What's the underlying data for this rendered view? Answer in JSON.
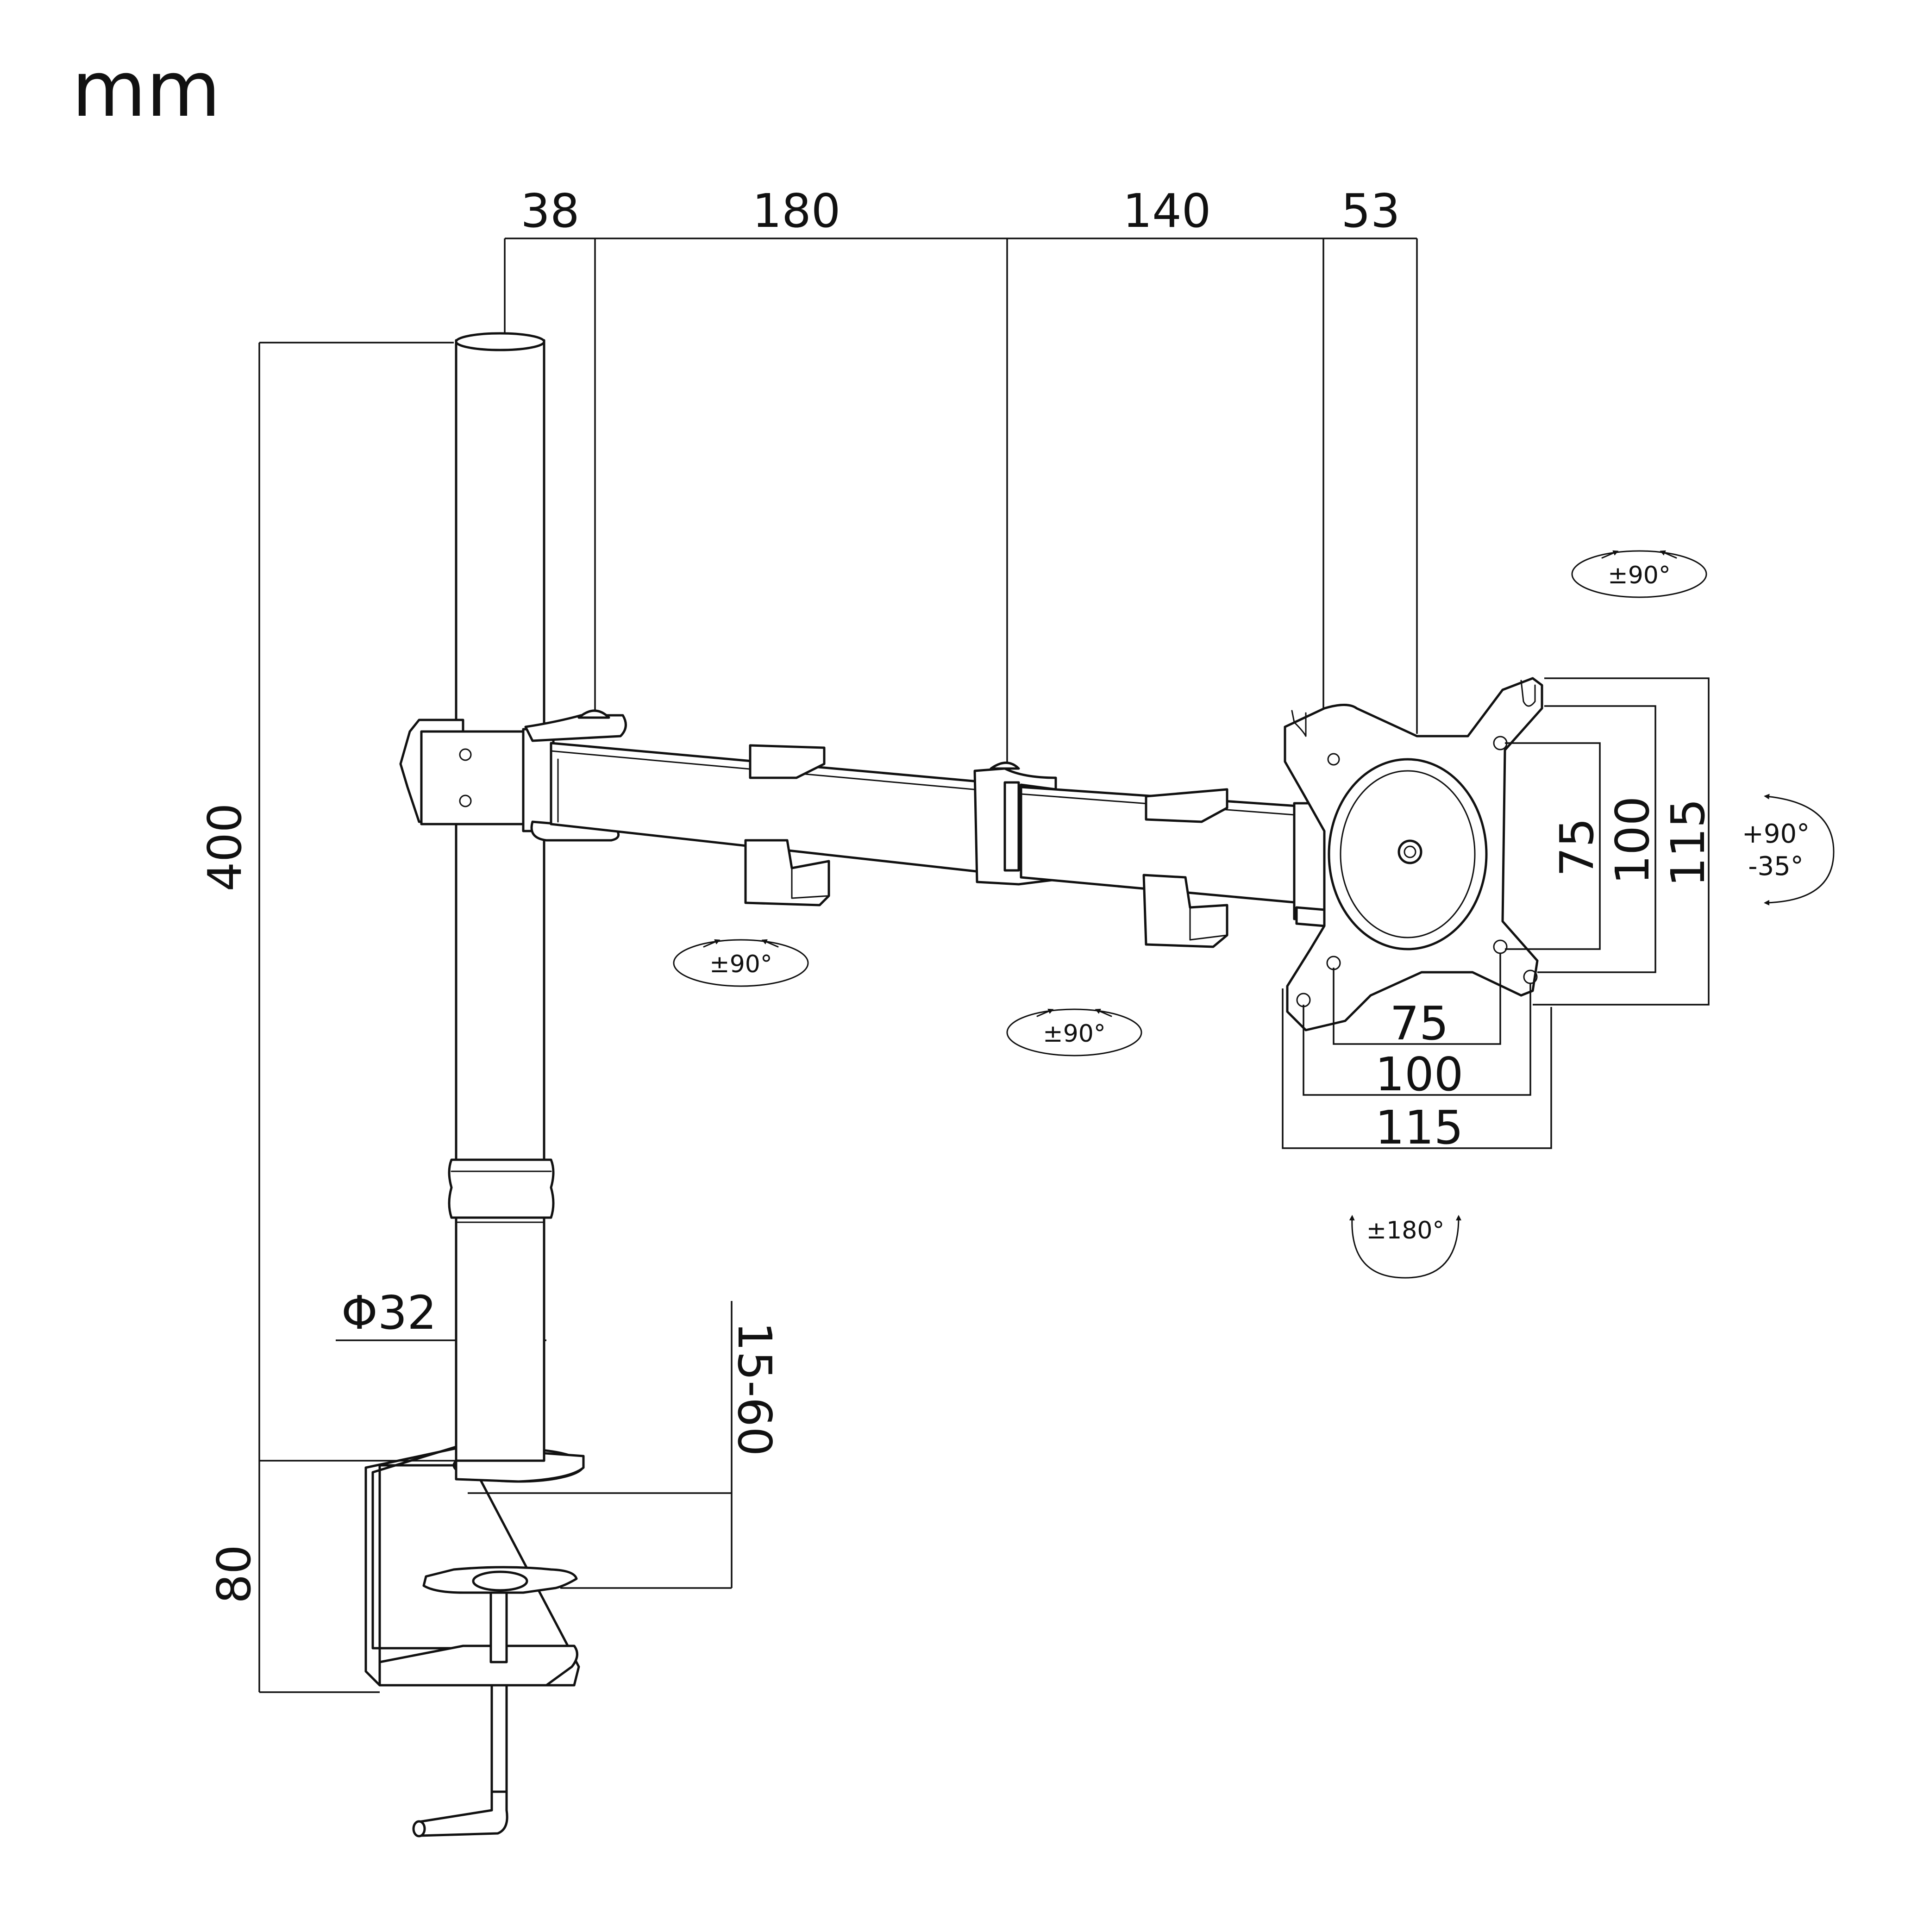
{
  "unit": "mm",
  "dimensions": {
    "pole_offset": "38",
    "arm_first": "180",
    "arm_second": "140",
    "head_offset": "53",
    "pole_height": "400",
    "pole_diameter": "Φ32",
    "desk_thickness": "15-60",
    "clamp_height": "80",
    "vesa_small_h": "75",
    "vesa_mid_h": "100",
    "vesa_large_h": "115",
    "vesa_small_v": "75",
    "vesa_mid_v": "100",
    "vesa_large_v": "115"
  },
  "rotations": {
    "head_swivel": "±90°",
    "arm_joint_1": "±90°",
    "arm_joint_2": "±90°",
    "tilt_up": "+90°",
    "tilt_down": "-35°",
    "rotate": "±180°"
  }
}
